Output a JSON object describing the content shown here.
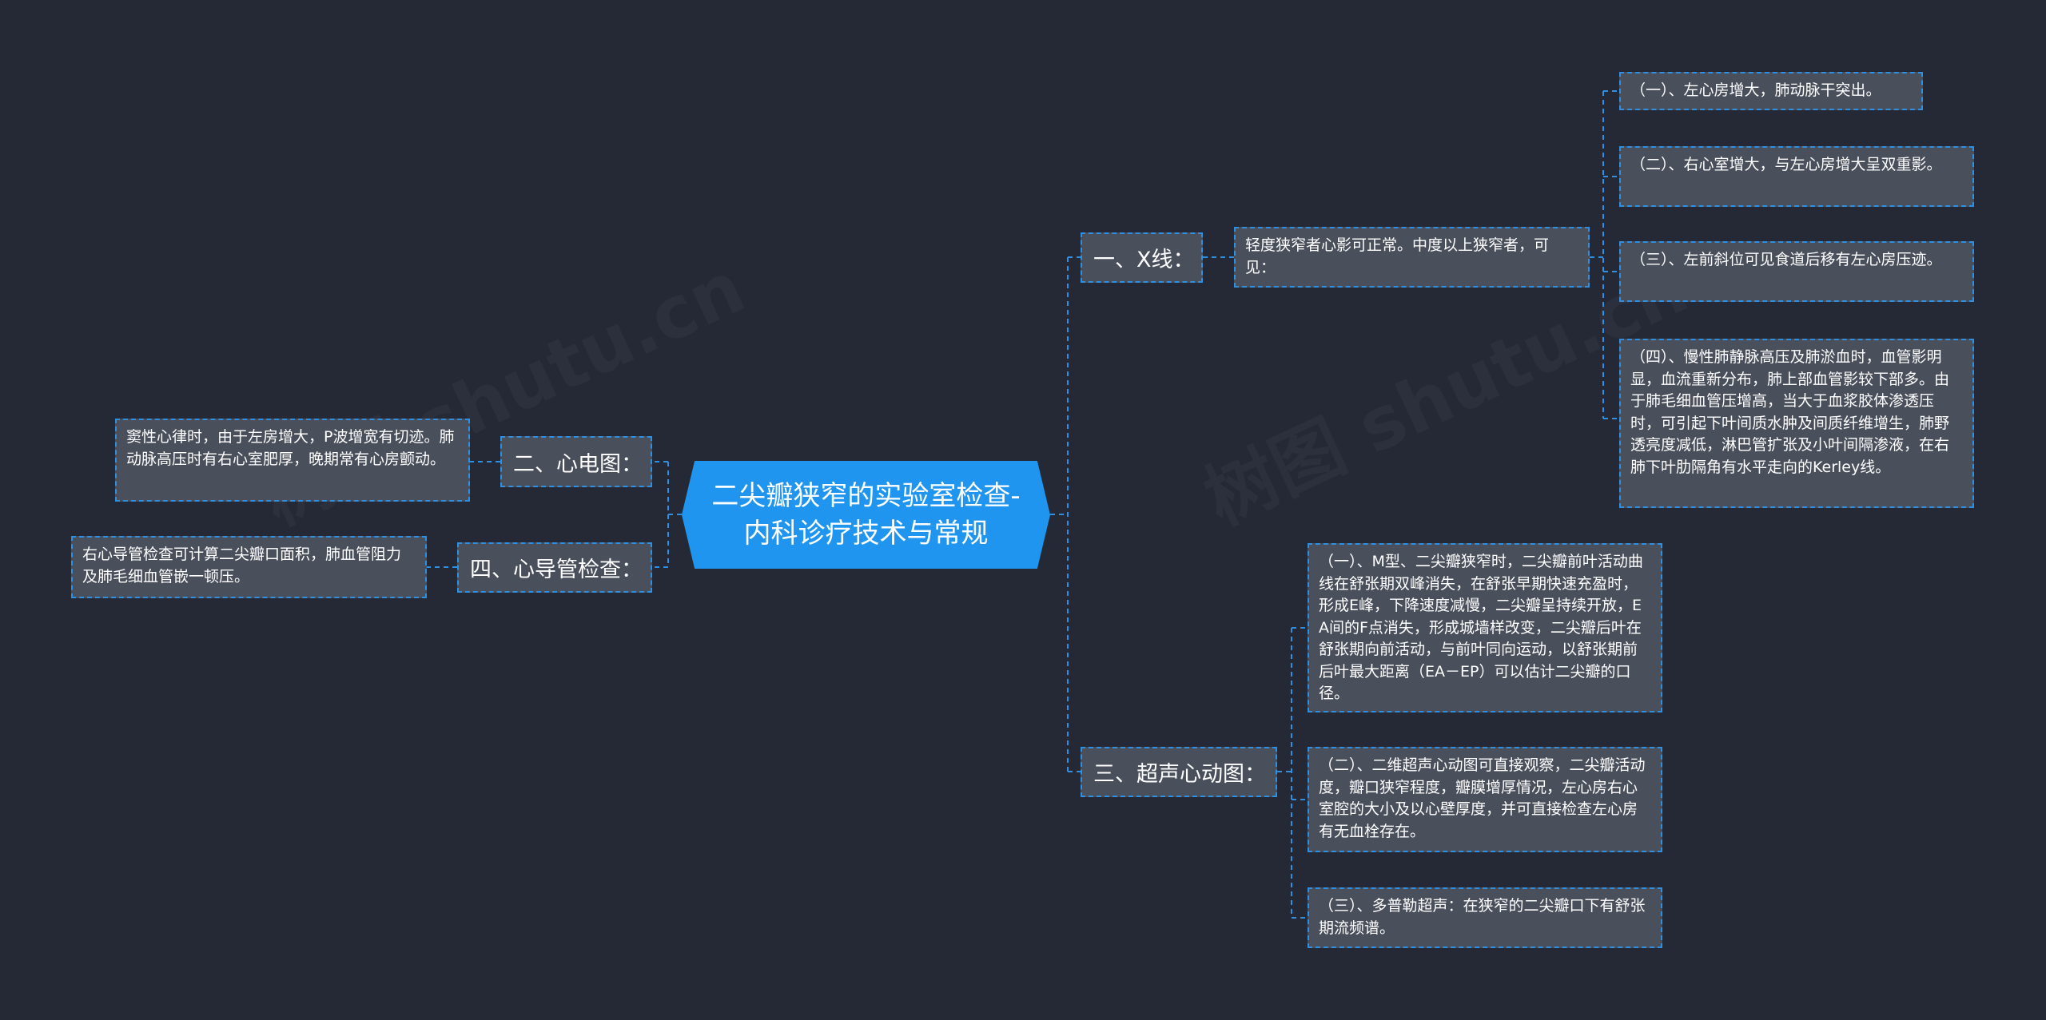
{
  "colors": {
    "background": "#242935",
    "root_fill": "#1f95f0",
    "node_fill": "#4a4f5c",
    "node_border": "#2f8fe0",
    "connector": "#2f8fe0"
  },
  "root": {
    "text": "二尖瓣狭窄的实验室检查-\n内科诊疗技术与常规"
  },
  "topics": {
    "xray": "一、X线：",
    "ecg": "二、心电图：",
    "echo": "三、超声心动图：",
    "cath": "四、心导管检查："
  },
  "xray_intro": "轻度狭窄者心影可正常。中度以上狭窄者，可见：",
  "xray_items": [
    "（一）、左心房增大，肺动脉干突出。",
    "（二）、右心室增大，与左心房增大呈双重影。",
    "（三）、左前斜位可见食道后移有左心房压迹。",
    "（四）、慢性肺静脉高压及肺淤血时，血管影明显，血流重新分布，肺上部血管影较下部多。由于肺毛细血管压增高，当大于血浆胶体渗透压时，可引起下叶间质水肿及间质纤维增生，肺野透亮度减低，淋巴管扩张及小叶间隔渗液，在右肺下叶肋隔角有水平走向的Kerley线。"
  ],
  "ecg_detail": "窦性心律时，由于左房增大，P波增宽有切迹。肺动脉高压时有右心室肥厚，晚期常有心房颤动。",
  "cath_detail": "右心导管检查可计算二尖瓣口面积，肺血管阻力及肺毛细血管嵌一顿压。",
  "echo_items": [
    "（一）、M型、二尖瓣狭窄时，二尖瓣前叶活动曲线在舒张期双峰消失，在舒张早期快速充盈时，形成E峰，下降速度减慢，二尖瓣呈持续开放，EA间的F点消失，形成城墙样改变，二尖瓣后叶在舒张期向前活动，与前叶同向运动，以舒张期前后叶最大距离（EA－EP）可以估计二尖瓣的口径。",
    "（二）、二维超声心动图可直接观察，二尖瓣活动度，瓣口狭窄程度，瓣膜增厚情况，左心房右心室腔的大小及以心壁厚度，并可直接检查左心房有无血栓存在。",
    "（三）、多普勒超声：在狭窄的二尖瓣口下有舒张期流频谱。"
  ]
}
